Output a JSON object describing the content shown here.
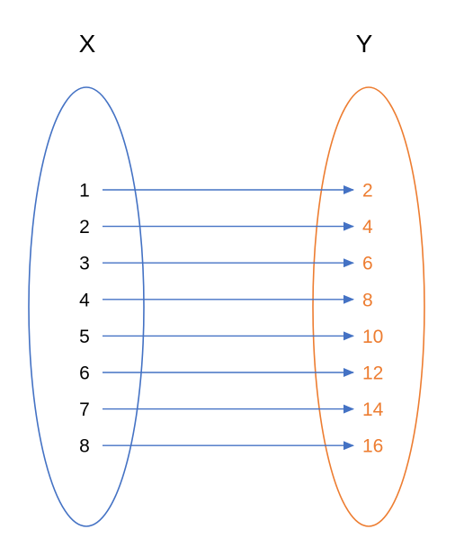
{
  "sets": {
    "domain": {
      "title": "X",
      "color": "#4472c4"
    },
    "codomain": {
      "title": "Y",
      "color": "#ed7d31"
    }
  },
  "arrow_color": "#4472c4",
  "mapping": [
    {
      "x": "1",
      "y": "2"
    },
    {
      "x": "2",
      "y": "4"
    },
    {
      "x": "3",
      "y": "6"
    },
    {
      "x": "4",
      "y": "8"
    },
    {
      "x": "5",
      "y": "10"
    },
    {
      "x": "6",
      "y": "12"
    },
    {
      "x": "7",
      "y": "14"
    },
    {
      "x": "8",
      "y": "16"
    }
  ]
}
